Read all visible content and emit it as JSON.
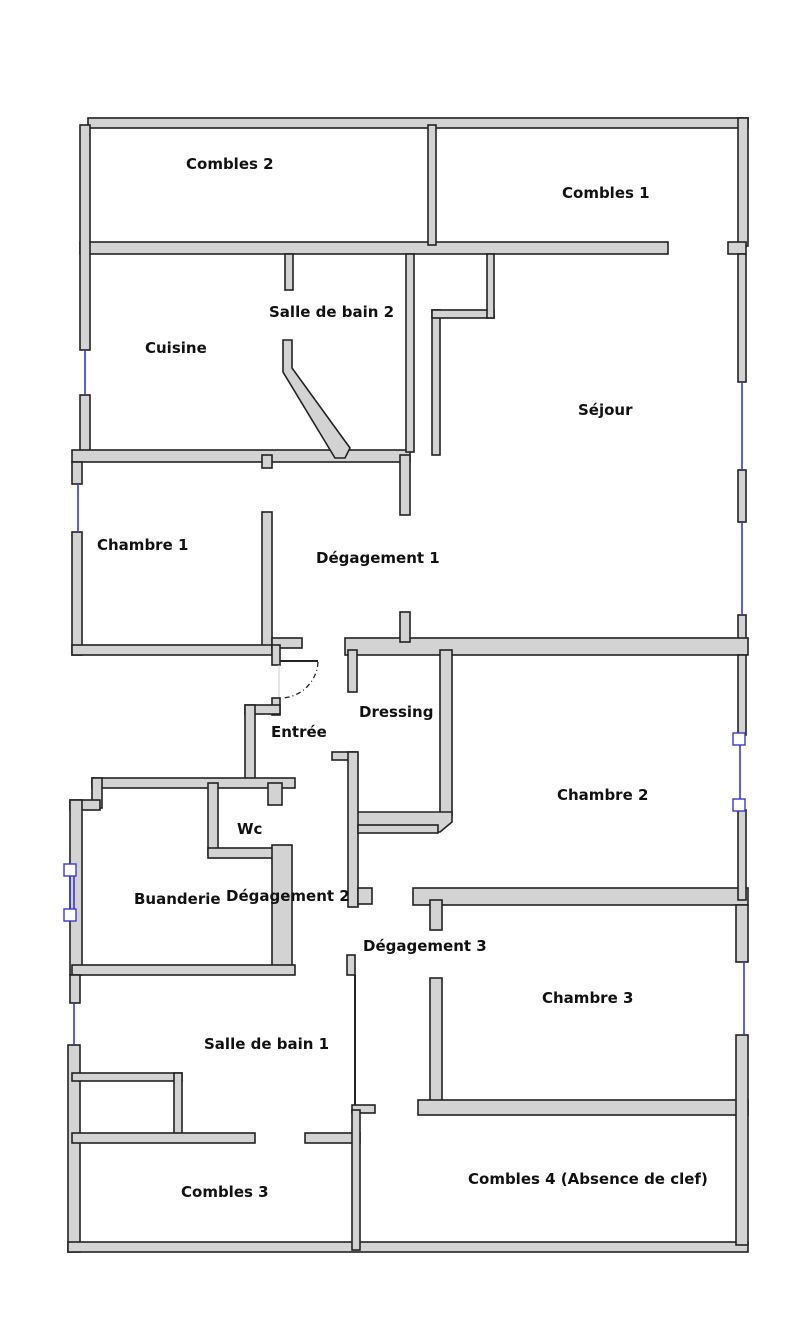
{
  "rooms": {
    "combles2": "Combles 2",
    "combles1": "Combles 1",
    "salle_de_bain2": "Salle de bain 2",
    "cuisine": "Cuisine",
    "sejour": "Séjour",
    "chambre1": "Chambre 1",
    "degagement1": "Dégagement 1",
    "dressing": "Dressing",
    "entree": "Entrée",
    "chambre2": "Chambre 2",
    "wc": "Wc",
    "buanderie": "Buanderie",
    "degagement2": "Dégagement 2",
    "degagement3": "Dégagement 3",
    "chambre3": "Chambre 3",
    "salle_de_bain1": "Salle de bain 1",
    "combles3": "Combles 3",
    "combles4": "Combles 4 (Absence de clef)"
  },
  "colors": {
    "wall": "#d3d3d3",
    "window": "#3a3acc"
  }
}
